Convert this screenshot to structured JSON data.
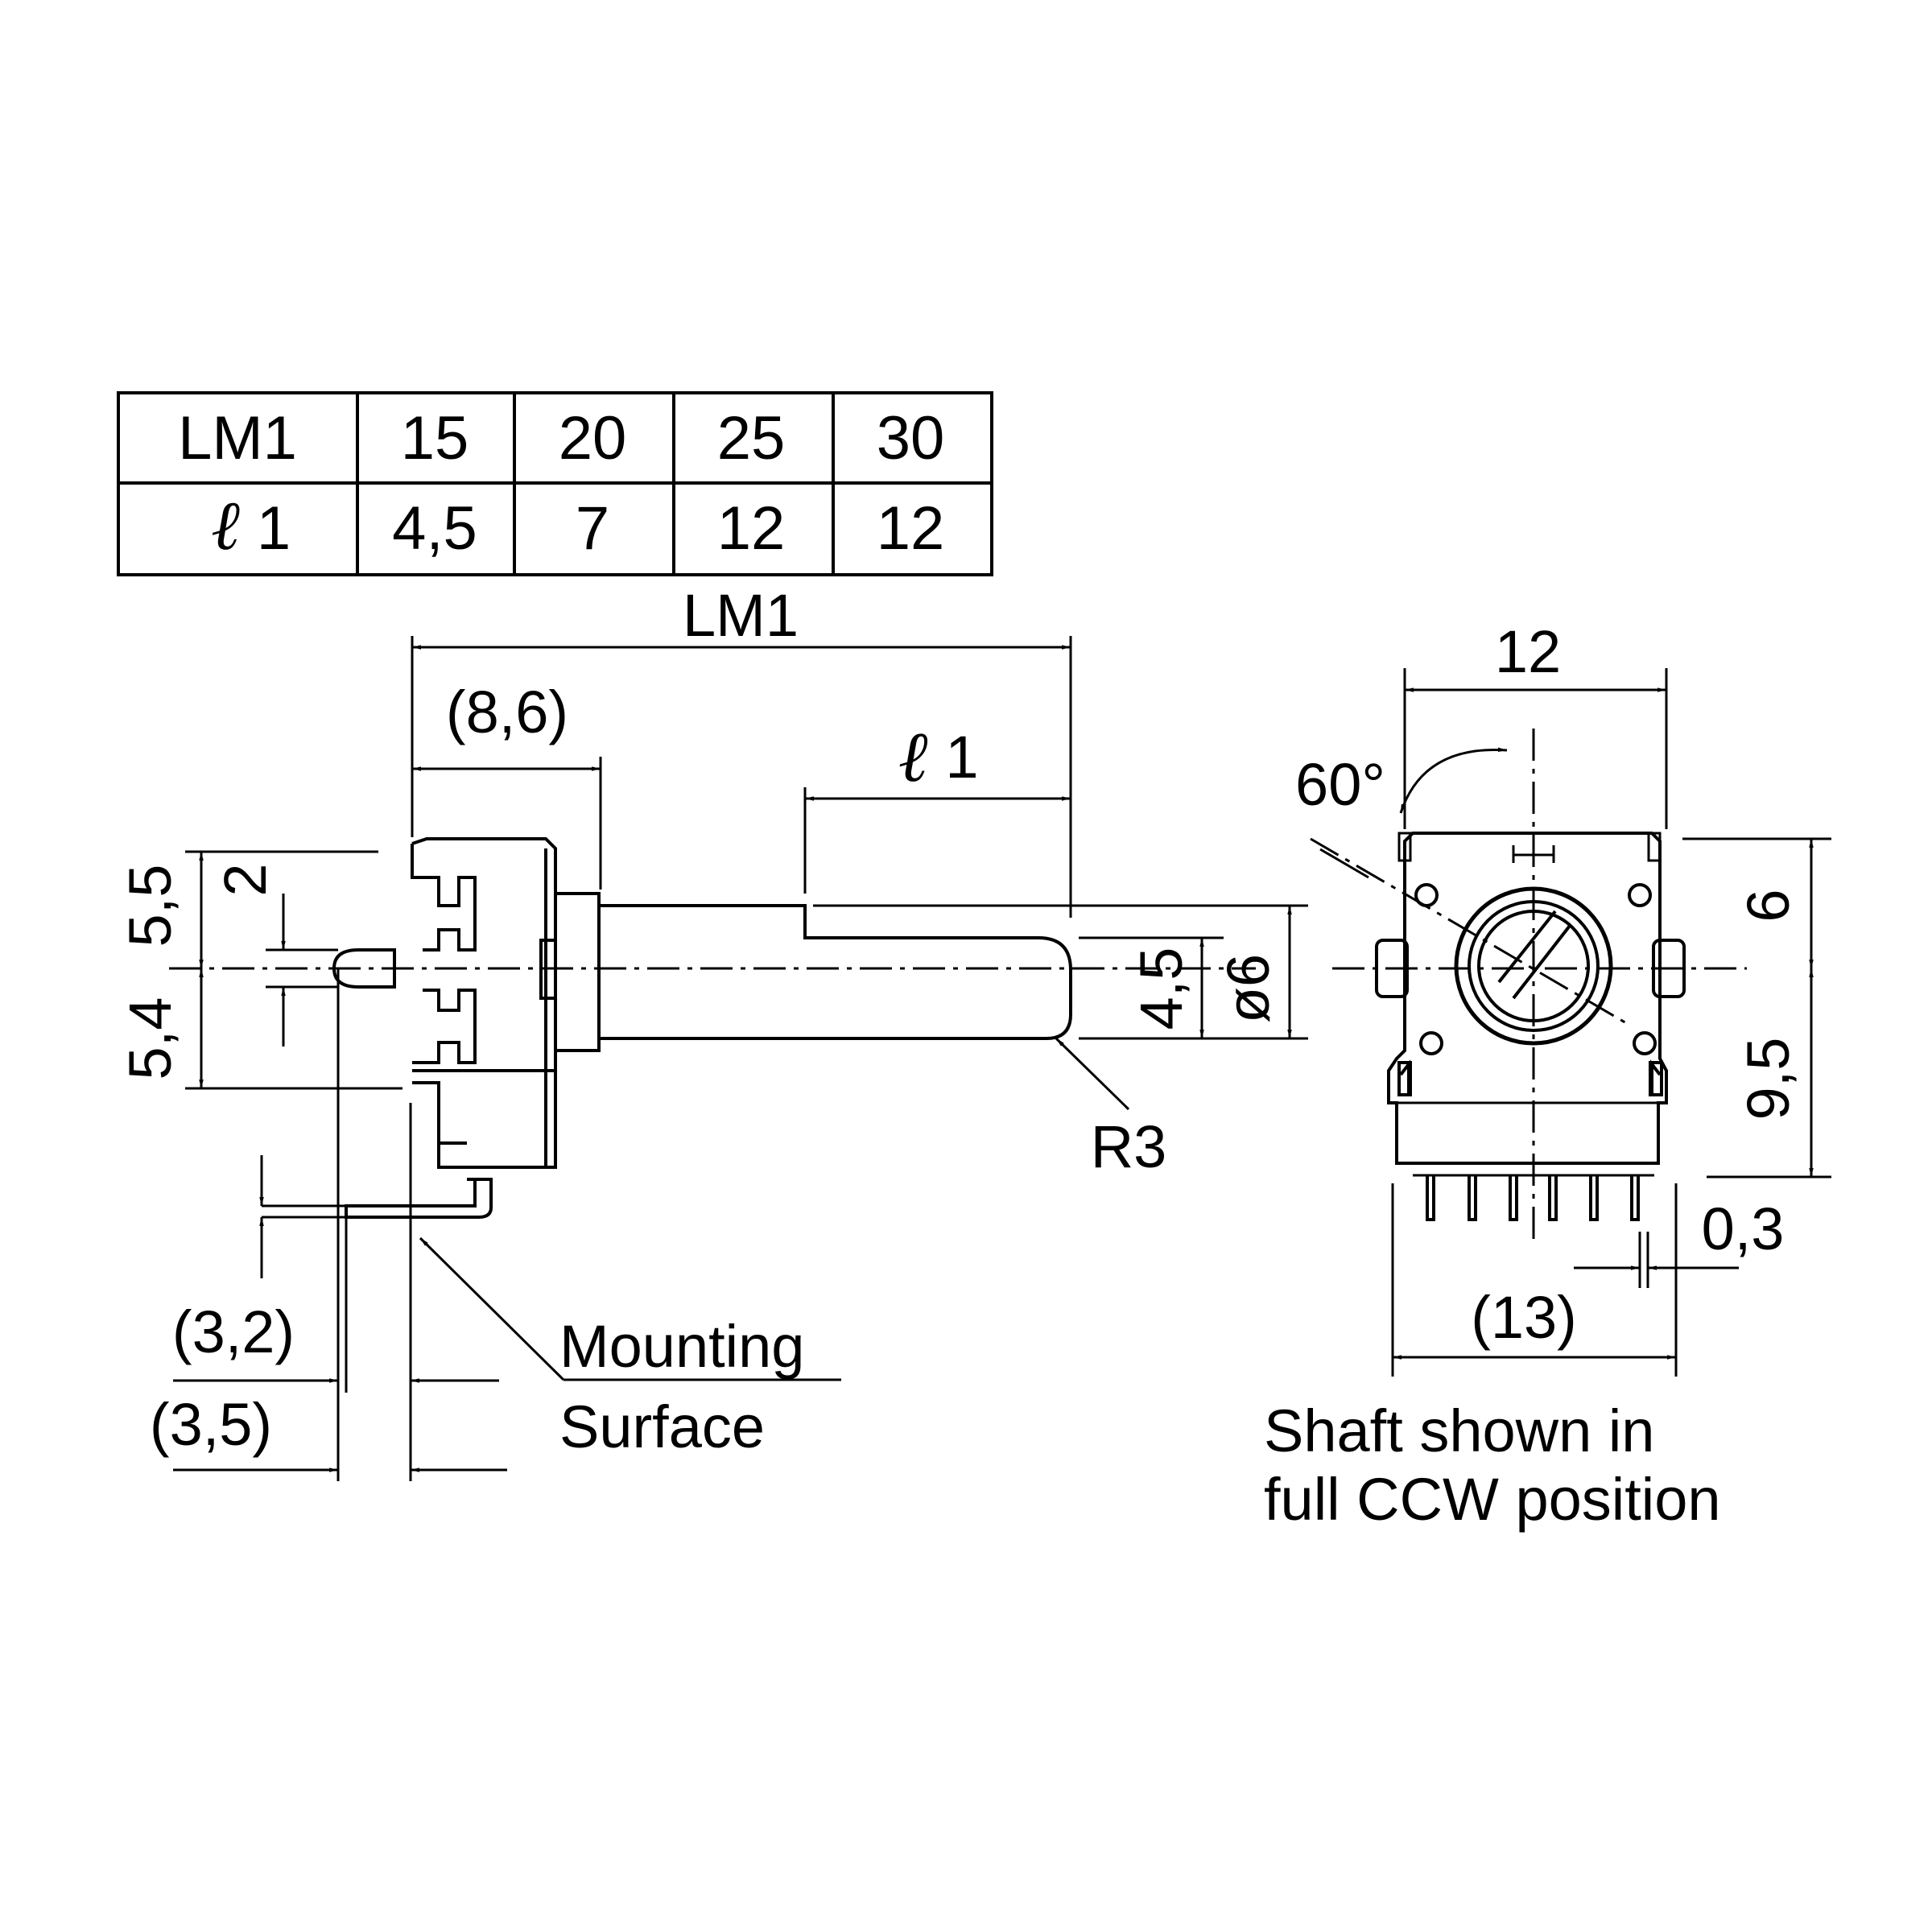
{
  "table": {
    "rows": [
      {
        "header": "LM1",
        "cells": [
          "15",
          "20",
          "25",
          "30"
        ]
      },
      {
        "header_symbol": "ℓ",
        "header_suffix": "1",
        "cells": [
          "4,5",
          "7",
          "12",
          "12"
        ]
      }
    ]
  },
  "side_view": {
    "lm1": "LM1",
    "dim_8_6": "(8,6)",
    "l1_symbol": "ℓ",
    "l1_suffix": "1",
    "dim_5_5": "5,5",
    "dim_5_4": "5,4",
    "dim_2": "2",
    "dim_4_5": "4,5",
    "dim_phi6": "ø6",
    "r3": "R3",
    "dim_3_2": "(3,2)",
    "dim_3_5": "(3,5)",
    "mounting": "Mounting",
    "surface": "Surface"
  },
  "front_view": {
    "dim_12": "12",
    "angle_60": "60°",
    "dim_6": "6",
    "dim_9_5": "9,5",
    "dim_0_3": "0,3",
    "dim_13": "(13)",
    "note_line1": "Shaft shown in",
    "note_line2": "full CCW position"
  }
}
